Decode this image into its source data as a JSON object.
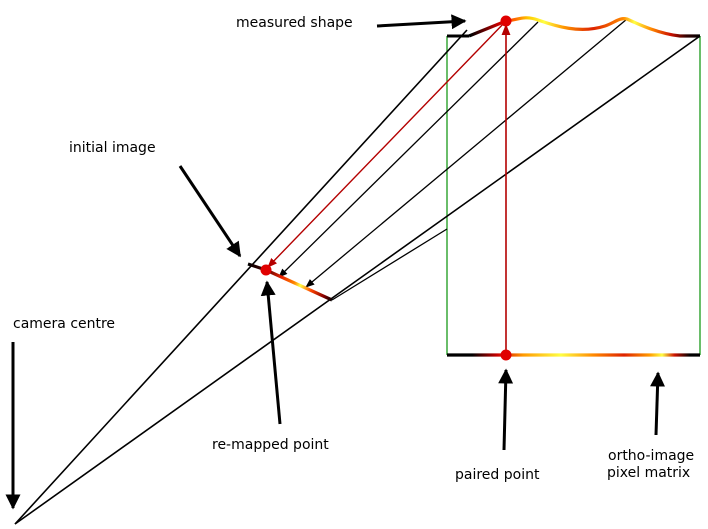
{
  "labels": {
    "measured_shape": "measured shape",
    "initial_image": "initial image",
    "camera_centre": "camera centre",
    "remapped_point": "re-mapped point",
    "paired_point": "paired point",
    "ortho_line1": "ortho-image",
    "ortho_line2": "pixel matrix"
  },
  "colors": {
    "ray": "#000000",
    "projection": "#b40000",
    "ortho_frame": "#1a9a1a",
    "point": "#e00000",
    "gradient_dark": "#000000",
    "gradient_red": "#cc0000",
    "gradient_orange": "#ff7a00",
    "gradient_yellow": "#ffff33"
  }
}
